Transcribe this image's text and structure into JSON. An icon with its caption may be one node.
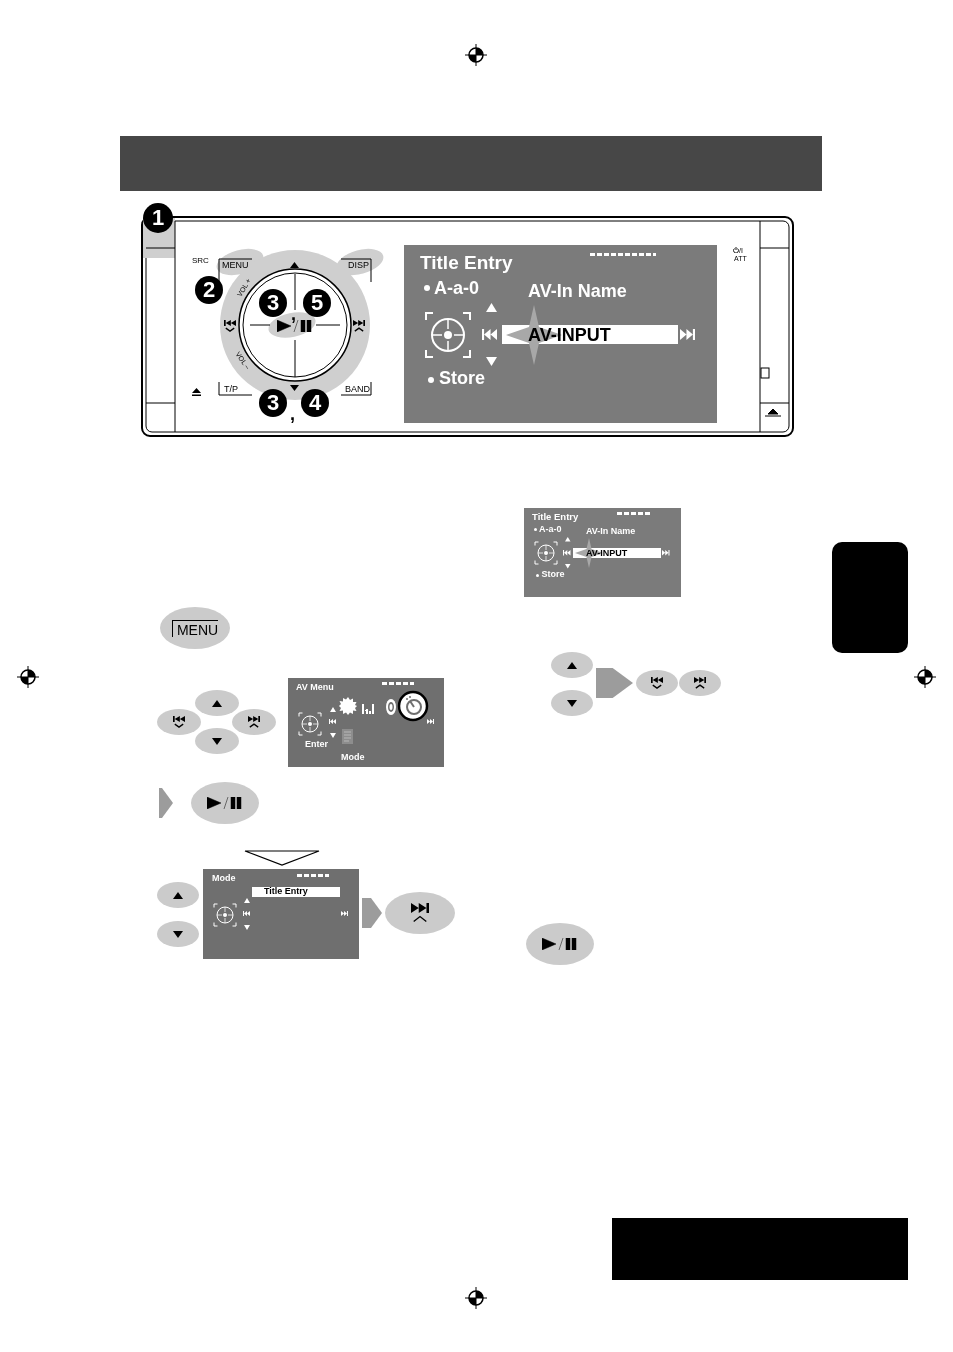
{
  "diagram": {
    "nodes": [
      {
        "text": [
          "Mode",
          "Title Entry"
        ]
      },
      {
        "text": [],
        "shape": "ellipse"
      },
      {
        "text": [],
        "shape": "ellipse"
      },
      {
        "text": [],
        "shape": "ellipse"
      },
      {
        "text": [],
        "shape": "ellipse"
      },
      {
        "text": [],
        "shape": "ellipse"
      },
      {
        "text": [
          "MENU"
        ]
      },
      {
        "text": [],
        "shape": "ellipse"
      },
      {
        "text": [],
        "shape": "ellipse"
      },
      {
        "text": [],
        "shape": "ellipse"
      },
      {
        "text": [],
        "shape": "ellipse"
      },
      {
        "text": [
          "AV Menu",
          "Enter",
          "Mode"
        ]
      },
      {
        "text": [],
        "shape": "ellipse"
      },
      {
        "text": [],
        "shape": "ellipse"
      },
      {
        "text": [],
        "shape": "ellipse"
      },
      {
        "text": [],
        "shape": "ellipse"
      },
      {
        "text": [],
        "shape": "box"
      },
      {
        "text": [],
        "shape": "box"
      }
    ],
    "edges": [
      {
        "from": 0,
        "to": 1,
        "arrow": "to"
      },
      {
        "from": null,
        "to": 2,
        "arrow": "to"
      },
      {
        "from": 3,
        "to": 5,
        "arrow": "to"
      },
      {
        "from": 4,
        "to": 5,
        "arrow": "to"
      }
    ],
    "labels": [
      "1",
      "SRC",
      "MENU",
      "DISP",
      "2",
      "VOL +",
      "3",
      ",",
      "5",
      "VOL –",
      "T/P",
      "BAND",
      "3",
      ",",
      "4",
      "/I",
      "ATT",
      "Title Entry",
      "A-a-0",
      "AV-In Name",
      "AV-INPUT",
      "Store",
      "Title Entry",
      "A-a-0",
      "AV-In Name",
      "AV-INPUT",
      "Store"
    ]
  }
}
